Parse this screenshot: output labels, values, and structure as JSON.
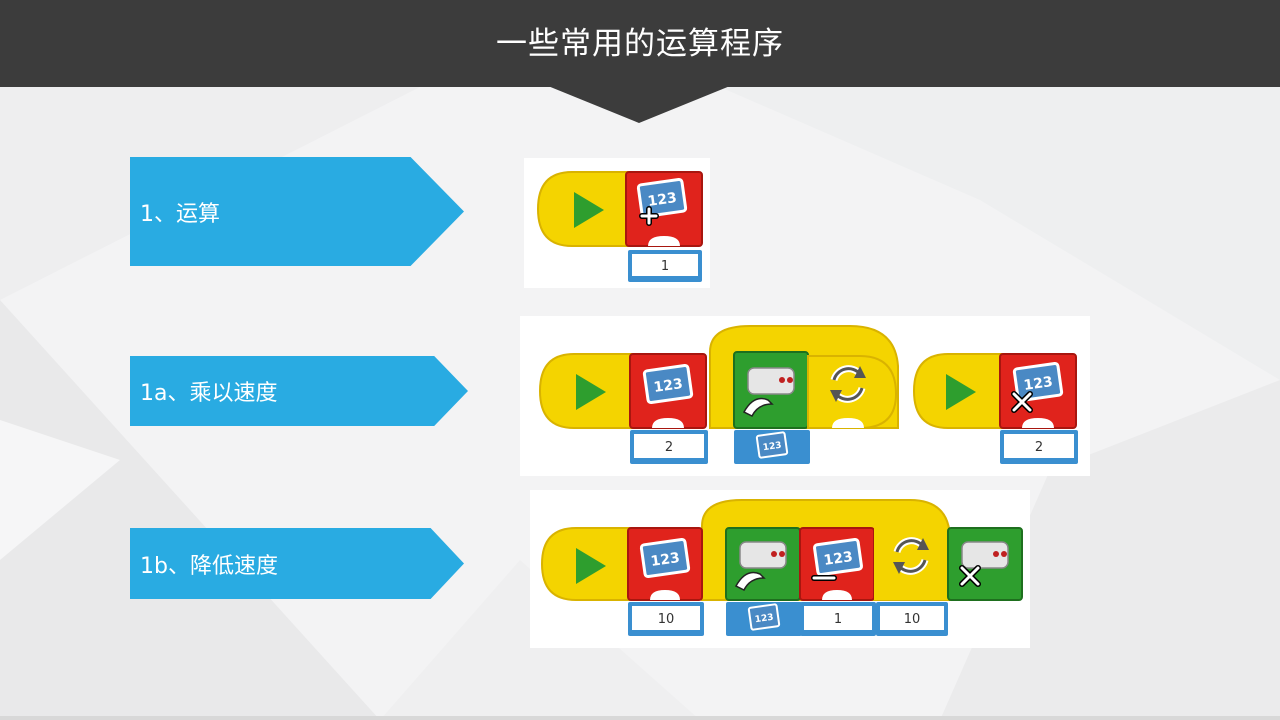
{
  "slide": {
    "title": "一些常用的运算程序"
  },
  "rows": [
    {
      "label": "1、运算",
      "blocks": [
        {
          "type": "start",
          "icon": "play-icon"
        },
        {
          "type": "number-add",
          "icon": "number-plus-icon",
          "input": "1"
        }
      ]
    },
    {
      "label": "1a、乘以速度",
      "blocks": [
        {
          "type": "start",
          "icon": "play-icon"
        },
        {
          "type": "number-set",
          "icon": "number-display-icon",
          "input": "2"
        },
        {
          "type": "motion-sensor",
          "icon": "motion-sensor-icon",
          "input_icon": "number-display-icon"
        },
        {
          "type": "loop",
          "icon": "loop-icon"
        },
        {
          "type": "start",
          "icon": "play-icon"
        },
        {
          "type": "number-multiply",
          "icon": "number-multiply-icon",
          "input": "2"
        }
      ]
    },
    {
      "label": "1b、降低速度",
      "blocks": [
        {
          "type": "start",
          "icon": "play-icon"
        },
        {
          "type": "number-set",
          "icon": "number-display-icon",
          "input": "10"
        },
        {
          "type": "motion-sensor",
          "icon": "motion-sensor-icon",
          "input_icon": "number-display-icon"
        },
        {
          "type": "number-subtract",
          "icon": "number-minus-icon",
          "input": "1"
        },
        {
          "type": "loop",
          "icon": "loop-icon",
          "input": "10"
        },
        {
          "type": "motor-stop",
          "icon": "motor-stop-icon"
        }
      ]
    }
  ],
  "colors": {
    "header": "#3c3c3c",
    "label_arrow": "#29abe2",
    "start_block": "#f4d400",
    "number_block": "#e0231c",
    "sensor_block": "#2e9e2e",
    "input_border": "#3a8fd0"
  }
}
